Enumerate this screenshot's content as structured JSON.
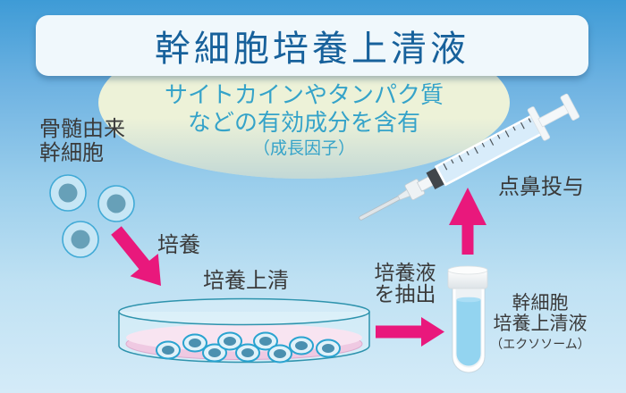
{
  "title": "幹細胞培養上清液",
  "bubble": {
    "line1": "サイトカインやタンパク質",
    "line2": "などの有効成分を含有",
    "line3": "（成長因子）"
  },
  "labels": {
    "source_line1": "骨髄由来",
    "source_line2": "幹細胞",
    "culture": "培養",
    "supernatant": "培養上清",
    "extract_line1": "培養液",
    "extract_line2": "を抽出",
    "vial_line1": "幹細胞",
    "vial_line2": "培養上清液",
    "vial_line3": "（エクソソーム）",
    "administration": "点鼻投与"
  },
  "colors": {
    "background_top": "#3e9bd6",
    "background_bottom": "#d4ebf8",
    "title_text": "#17619b",
    "title_box_bg": "#f0f8fc",
    "bubble_bg": "#edf2d8",
    "bubble_text": "#35a3c9",
    "arrow_pink": "#e9187c",
    "label_text": "#3a3a3a",
    "cell_fill": "#c6e6f5",
    "cell_stroke": "#41aad6",
    "cell_nucleus": "#67a0b8",
    "dish_stroke": "#2e93ad",
    "dish_liquid_pink": "#efc9e2",
    "syringe_barrel": "#d8ecfa",
    "vial_liquid": "#93d4f0"
  }
}
